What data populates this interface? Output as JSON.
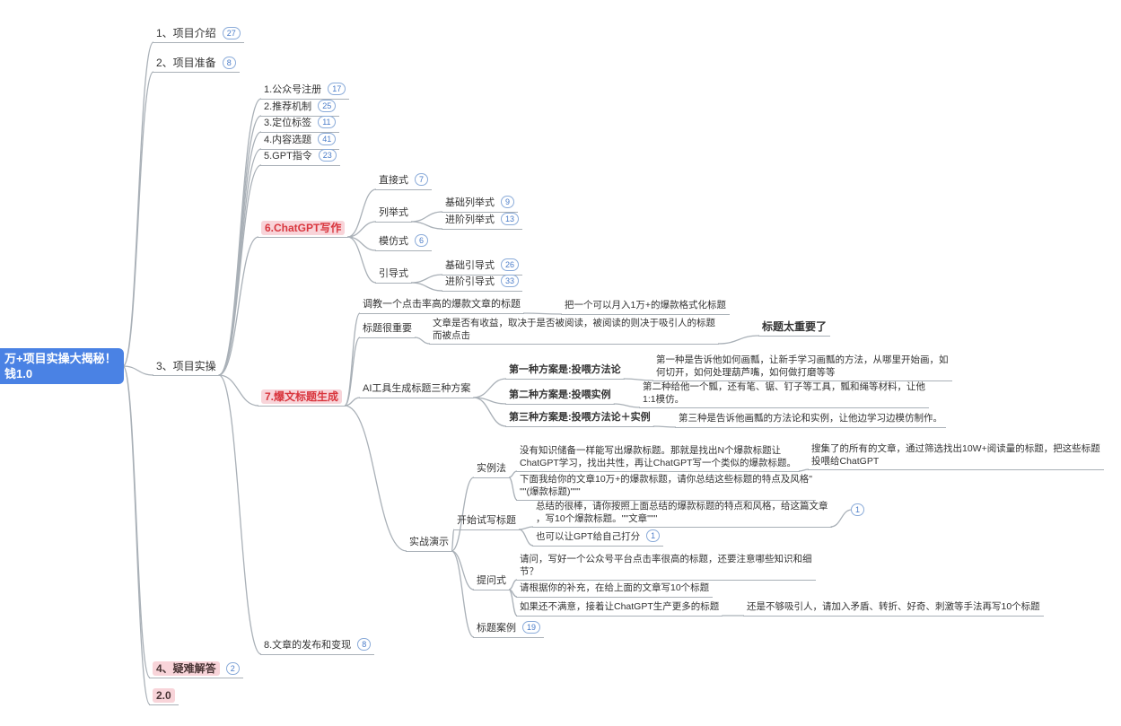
{
  "colors": {
    "root_bg": "#4a82e4",
    "highlight_bg": "#f8d4d9",
    "highlight_text": "#d9363e",
    "badge_blue": "#4a7cc9",
    "line_gray": "#a9b0b7"
  },
  "root": {
    "line1": "万+项目实操大揭秘！",
    "line2": "钱1.0"
  },
  "nodes": {
    "n1": {
      "label": "1、项目介绍",
      "badge": "27"
    },
    "n2": {
      "label": "2、项目准备",
      "badge": "8"
    },
    "n3": {
      "label": "3、项目实操"
    },
    "n4": {
      "label": "4、疑难解答",
      "badge": "2"
    },
    "n5": {
      "label": "2.0"
    },
    "c1": {
      "label": "1.公众号注册",
      "badge": "17"
    },
    "c2": {
      "label": "2.推荐机制",
      "badge": "25"
    },
    "c3": {
      "label": "3.定位标签",
      "badge": "11"
    },
    "c4": {
      "label": "4.内容选题",
      "badge": "41"
    },
    "c5": {
      "label": "5.GPT指令",
      "badge": "23"
    },
    "c6": {
      "label": "6.ChatGPT写作"
    },
    "c7": {
      "label": "7.爆文标题生成"
    },
    "c8": {
      "label": "8.文章的发布和变现",
      "badge": "8"
    },
    "w1": {
      "label": "直接式",
      "badge": "7"
    },
    "w2": {
      "label": "列举式"
    },
    "w2a": {
      "label": "基础列举式",
      "badge": "9"
    },
    "w2b": {
      "label": "进阶列举式",
      "badge": "13"
    },
    "w3": {
      "label": "模仿式",
      "badge": "6"
    },
    "w4": {
      "label": "引导式"
    },
    "w4a": {
      "label": "基础引导式",
      "badge": "26"
    },
    "w4b": {
      "label": "进阶引导式",
      "badge": "33"
    },
    "t1": {
      "label": "调教一个点击率高的爆款文章的标题"
    },
    "t1a": {
      "label": "把一个可以月入1万+的爆款格式化标题"
    },
    "t2": {
      "label": "标题很重要"
    },
    "t2a": {
      "line1": "文章是否有收益，取决于是否被阅读，被阅读的则决于吸引人的标题",
      "line2": "而被点击"
    },
    "t2b": {
      "label": "标题太重要了"
    },
    "t3": {
      "label": "AI工具生成标题三种方案"
    },
    "t3a": {
      "label": "第一种方案是:投喂方法论"
    },
    "t3a1": {
      "line1": "第一种是告诉他如何画瓢，让新手学习画瓢的方法，从哪里开始画，如",
      "line2": "何切开，如何处理葫芦嘴，如何做打磨等等"
    },
    "t3b": {
      "label": "第二种方案是:投喂实例"
    },
    "t3b1": {
      "line1": "第二种给他一个瓢，还有笔、锯、钉子等工具，瓢和绳等材料，让他",
      "line2": "1:1模仿。"
    },
    "t3c": {
      "label": "第三种方案是:投喂方法论＋实例"
    },
    "t3c1": {
      "label": "第三种是告诉他画瓢的方法论和实例，让他边学习边模仿制作。"
    },
    "t4": {
      "label": "实战演示"
    },
    "s1": {
      "label": "实例法"
    },
    "s1a": {
      "line1": "没有知识储备一样能写出爆款标题。那就是找出N个爆款标题让",
      "line2": "ChatGPT学习，找出共性，再让ChatGPT写一个类似的爆款标题。"
    },
    "s1a1": {
      "line1": "搜集了的所有的文章，通过筛选找出10W+阅读量的标题，把这些标题",
      "line2": "投喂给ChatGPT"
    },
    "s1b": {
      "line1": "下面我给你的文章10万+的爆款标题，请你总结这些标题的特点及风格\"",
      "line2": "\"\"(爆款标题)\"\"\""
    },
    "s2": {
      "label": "开始试写标题"
    },
    "s2a": {
      "line1": "总结的很棒，请你按照上面总结的爆款标题的特点和风格，给这篇文章",
      "line2": "，写10个爆款标题。\"\"文章\"\"\"",
      "badge": "1"
    },
    "s2b": {
      "label": "也可以让GPT给自己打分",
      "badge": "1"
    },
    "s3": {
      "label": "提问式"
    },
    "s3a": {
      "line1": "请问，写好一个公众号平台点击率很高的标题，还要注意哪些知识和细",
      "line2": "节？"
    },
    "s3b": {
      "label": "请根据你的补充，在给上面的文章写10个标题"
    },
    "s3c": {
      "label": "如果还不满意，接着让ChatGPT生产更多的标题"
    },
    "s3c1": {
      "label": "还是不够吸引人，请加入矛盾、转折、好奇、刺激等手法再写10个标题"
    },
    "s4": {
      "label": "标题案例",
      "badge": "19"
    }
  }
}
